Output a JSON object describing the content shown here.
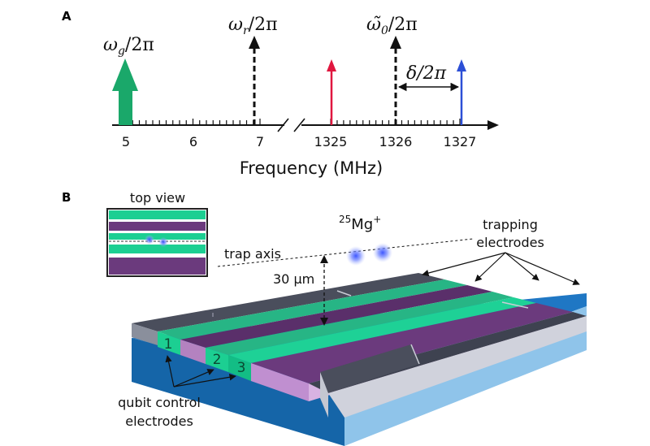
{
  "panelA": {
    "label": "A",
    "xlabel": "Frequency (MHz)",
    "ticks": [
      "5",
      "6",
      "7",
      "1325",
      "1326",
      "1327"
    ],
    "omega_g": "ω",
    "omega_g_sub": "g",
    "omega_g_rest": "/2π",
    "omega_r": "ω",
    "omega_r_sub": "r",
    "omega_r_rest": "/2π",
    "omega0": "ω̃",
    "omega0_sub": "0",
    "omega0_rest": "/2π",
    "delta": "δ/2π",
    "colors": {
      "green": "#1aa86a",
      "red": "#e0173f",
      "blue": "#2c4fd6"
    }
  },
  "panelB": {
    "label": "B",
    "top_view": "top view",
    "ion_super": "25",
    "ion_main": "Mg",
    "ion_charge": "+",
    "trap_axis": "trap axis",
    "distance": "30 µm",
    "trapping_line1": "trapping",
    "trapping_line2": "electrodes",
    "qubit_line1": "qubit control",
    "qubit_line2": "electrodes",
    "electrode_numbers": [
      "1",
      "2",
      "3"
    ],
    "colors": {
      "teal": "#1ccf92",
      "purple": "#6b3a7d",
      "substrate": "#1f77c4",
      "grey": "#7a7f8f"
    }
  }
}
